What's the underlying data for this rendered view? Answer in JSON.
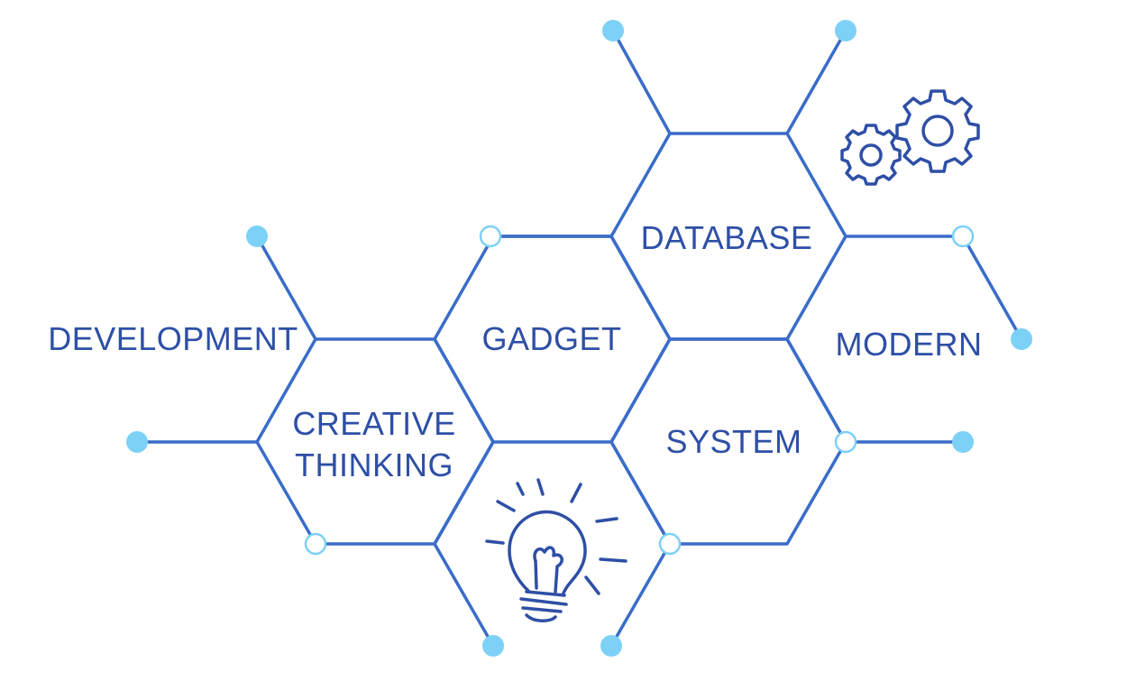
{
  "labels": {
    "database": "DATABASE",
    "gadget": "GADGET",
    "development": "DEVELOPMENT",
    "modern": "MODERN",
    "creative_line1": "CREATIVE",
    "creative_line2": "THINKING",
    "system": "SYSTEM"
  },
  "icons": {
    "gears": "gears-icon",
    "lightbulb": "lightbulb-icon"
  },
  "colors": {
    "line": "#3a6cc9",
    "text": "#2e4fa6",
    "dot": "#7dd1f6"
  }
}
